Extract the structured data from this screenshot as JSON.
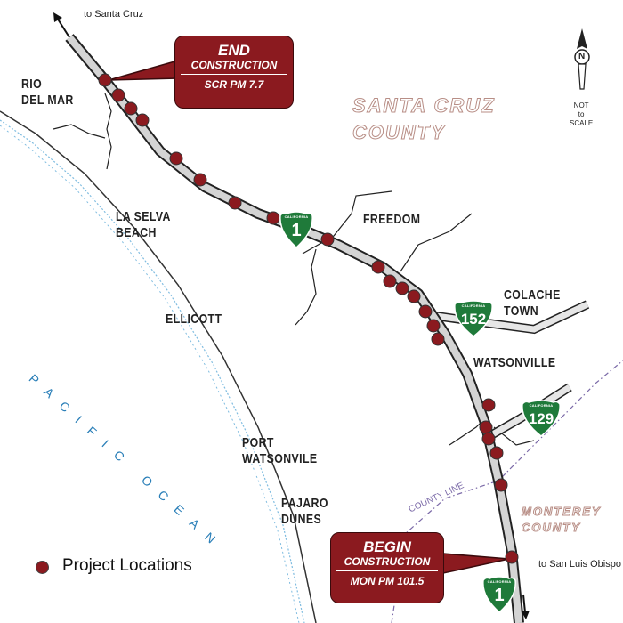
{
  "map": {
    "direction_north": "to Santa Cruz",
    "direction_south": "to San Luis Obispo",
    "north_arrow_letter": "N",
    "scale_note": "NOT\nto\nSCALE",
    "county_north": "SANTA CRUZ COUNTY",
    "county_north_l1": "SANTA CRUZ",
    "county_north_l2": "COUNTY",
    "county_south_l1": "MONTEREY",
    "county_south_l2": "COUNTY",
    "ocean_label": "PACIFIC OCEAN",
    "county_line_label": "COUNTY LINE",
    "places": {
      "rio_del_mar_l1": "RIO",
      "rio_del_mar_l2": "DEL MAR",
      "la_selva_l1": "LA SELVA",
      "la_selva_l2": "BEACH",
      "freedom": "FREEDOM",
      "colache_l1": "COLACHE",
      "colache_l2": "TOWN",
      "ellicott": "ELLICOTT",
      "watsonville": "WATSONVILLE",
      "port_watsonvile_l1": "PORT",
      "port_watsonvile_l2": "WATSONVILE",
      "pajaro_l1": "PAJARO",
      "pajaro_l2": "DUNES"
    },
    "callout_end": {
      "title": "END",
      "sub": "CONSTRUCTION",
      "pm": "SCR PM 7.7"
    },
    "callout_begin": {
      "title": "BEGIN",
      "sub": "CONSTRUCTION",
      "pm": "MON PM 101.5"
    },
    "shields": [
      {
        "state": "CALIFORNIA",
        "route": "1"
      },
      {
        "state": "CALIFORNIA",
        "route": "152"
      },
      {
        "state": "CALIFORNIA",
        "route": "129"
      },
      {
        "state": "CALIFORNIA",
        "route": "1"
      }
    ],
    "legend": {
      "label": "Project Locations"
    },
    "colors": {
      "marker": "#8b1a1f",
      "highway": "#cfcfcf",
      "shield": "#1f7a3a",
      "ocean_text": "#2a7fb8",
      "county_line": "#7b6aa8"
    },
    "project_location_count": 22
  }
}
